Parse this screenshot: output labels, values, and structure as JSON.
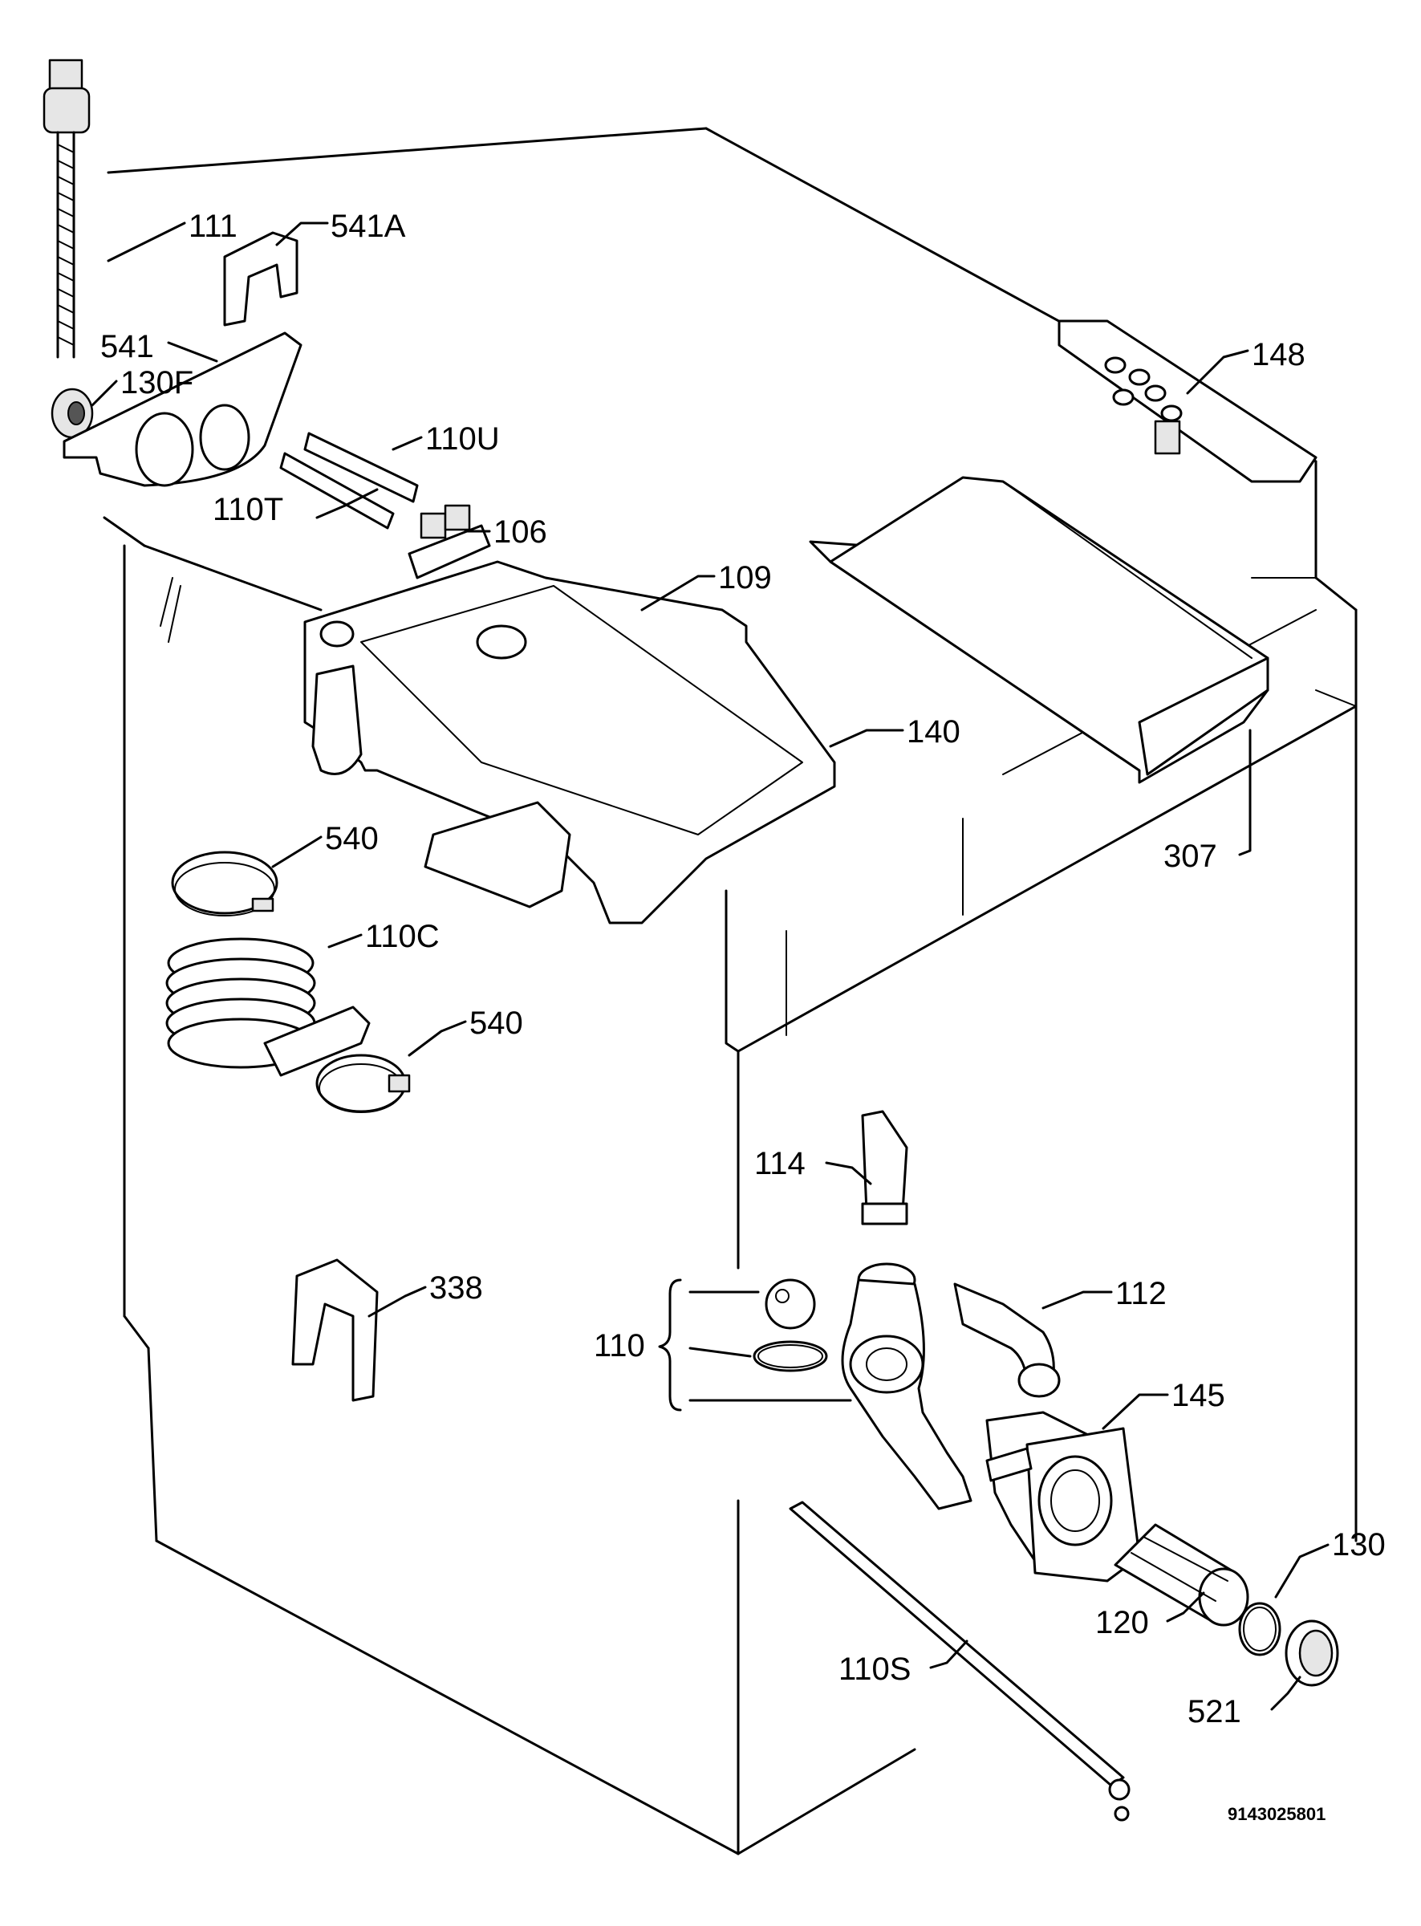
{
  "labels": {
    "l111": "111",
    "l541A": "541A",
    "l541": "541",
    "l130F": "130F",
    "l110U": "110U",
    "l110T": "110T",
    "l106": "106",
    "l148": "148",
    "l109": "109",
    "l140": "140",
    "l307": "307",
    "l540a": "540",
    "l110C": "110C",
    "l540b": "540",
    "l114": "114",
    "l338": "338",
    "l112": "112",
    "l110": "110",
    "l145": "145",
    "l130": "130",
    "l120": "120",
    "l110S": "110S",
    "l521": "521"
  },
  "document_code": "9143025801"
}
